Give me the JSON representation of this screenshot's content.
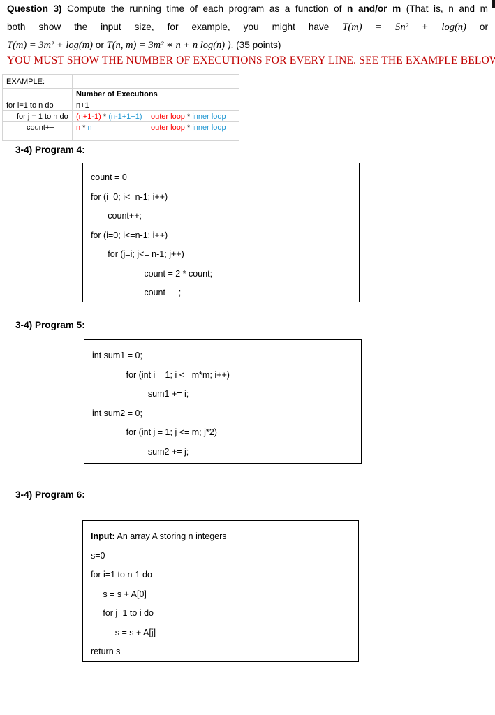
{
  "colors": {
    "red": "#ff0000",
    "blue": "#1e96d2",
    "warning_red": "#c00000"
  },
  "intro": {
    "line1": {
      "q_label": "Question 3)",
      "seg1": " Compute the running time of each program as a function of ",
      "bold_nm": "n and/or m",
      "seg2": " (That is, n and m"
    },
    "line2": {
      "seg1": "both show the input size, for example, you might have ",
      "math1": "T(m) =  5n² + log(n)",
      "seg2": "  or"
    },
    "line3": {
      "math1": "T(m) =  3m² + log(m)",
      "seg1": " or ",
      "math2": "T(n, m) =  3m² ∗ n + n log(n) )",
      "seg2": ".  (35 points)"
    },
    "warning": "YOU MUST SHOW THE NUMBER OF EXECUTIONS FOR EVERY LINE. SEE THE EXAMPLE BELOW."
  },
  "example_table": {
    "r1c1": "EXAMPLE:",
    "r2c2": "Number of Executions",
    "r3c1": "for i=1 to n do",
    "r3c2": "n+1",
    "r4c1": "for j = 1 to n do",
    "r4c2": {
      "red": "(n+1-1)",
      "op": " * ",
      "blue": "(n-1+1+1)"
    },
    "r4c3": {
      "red": "outer loop",
      "op": " * ",
      "blue": "inner loop"
    },
    "r5c1": "count++",
    "r5c2": {
      "red": "n",
      "op": " * ",
      "blue": "n"
    },
    "r5c3": {
      "red": "outer loop",
      "op": " * ",
      "blue": "inner loop"
    }
  },
  "program4": {
    "heading": "3-4) Program 4:",
    "lines": [
      "count = 0",
      "for (i=0; i<=n-1; i++)",
      "       count++;",
      "for (i=0; i<=n-1; i++)",
      "       for (j=i; j<= n-1; j++)",
      "                      count = 2 * count;",
      "                      count - - ;"
    ]
  },
  "program5": {
    "heading": "3-4) Program 5:",
    "lines": [
      "int sum1 = 0;",
      "              for (int i = 1; i <= m*m; i++)",
      "                       sum1 += i;",
      "int sum2 = 0;",
      "              for (int j = 1; j <= m; j*2)",
      "                       sum2 += j;"
    ]
  },
  "program6": {
    "heading": "3-4) Program 6:",
    "input_label": "Input:",
    "input_rest": " An array A storing n integers",
    "lines": [
      "s=0",
      "for i=1 to n-1 do",
      "     s = s + A[0]",
      "     for j=1 to i do",
      "          s = s + A[j]",
      "return s"
    ]
  }
}
